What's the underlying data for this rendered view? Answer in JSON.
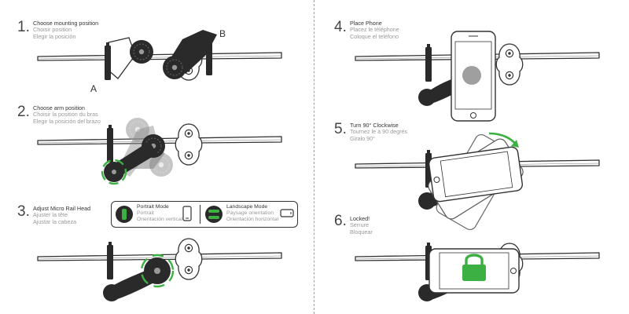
{
  "steps": [
    {
      "number": "1.",
      "en": "Choose mounting position",
      "fr": "Choisir position",
      "es": "Elegir la posición"
    },
    {
      "number": "2.",
      "en": "Choose arm position",
      "fr": "Choisir la position du bras",
      "es": "Elegir la posición del brazo"
    },
    {
      "number": "3.",
      "en": "Adjust Micro Rail Head",
      "fr": "Ajuster la tête",
      "es": "Ajustar la cabeza"
    },
    {
      "number": "4.",
      "en": "Place Phone",
      "fr": "Placez le téléphone",
      "es": "Coloque el teléfono"
    },
    {
      "number": "5.",
      "en": "Turn 90° Clockwise",
      "fr": "Tournez le à 90 degrés",
      "es": "Giralo 90°"
    },
    {
      "number": "6.",
      "en": "Locked!",
      "fr": "Serrure",
      "es": "Bloquear"
    }
  ],
  "labels": {
    "a": "A",
    "b": "B"
  },
  "modes": {
    "portrait": {
      "en": "Portrait Mode",
      "fr": "Portrait",
      "es": "Orientación vertical"
    },
    "landscape": {
      "en": "Landscape Mode",
      "fr": "Paysage orientation",
      "es": "Orientación horizontal"
    }
  },
  "colors": {
    "accent_green": "#3cb043",
    "mount_dark": "#2a2a2a",
    "divider": "#e07ac8"
  }
}
